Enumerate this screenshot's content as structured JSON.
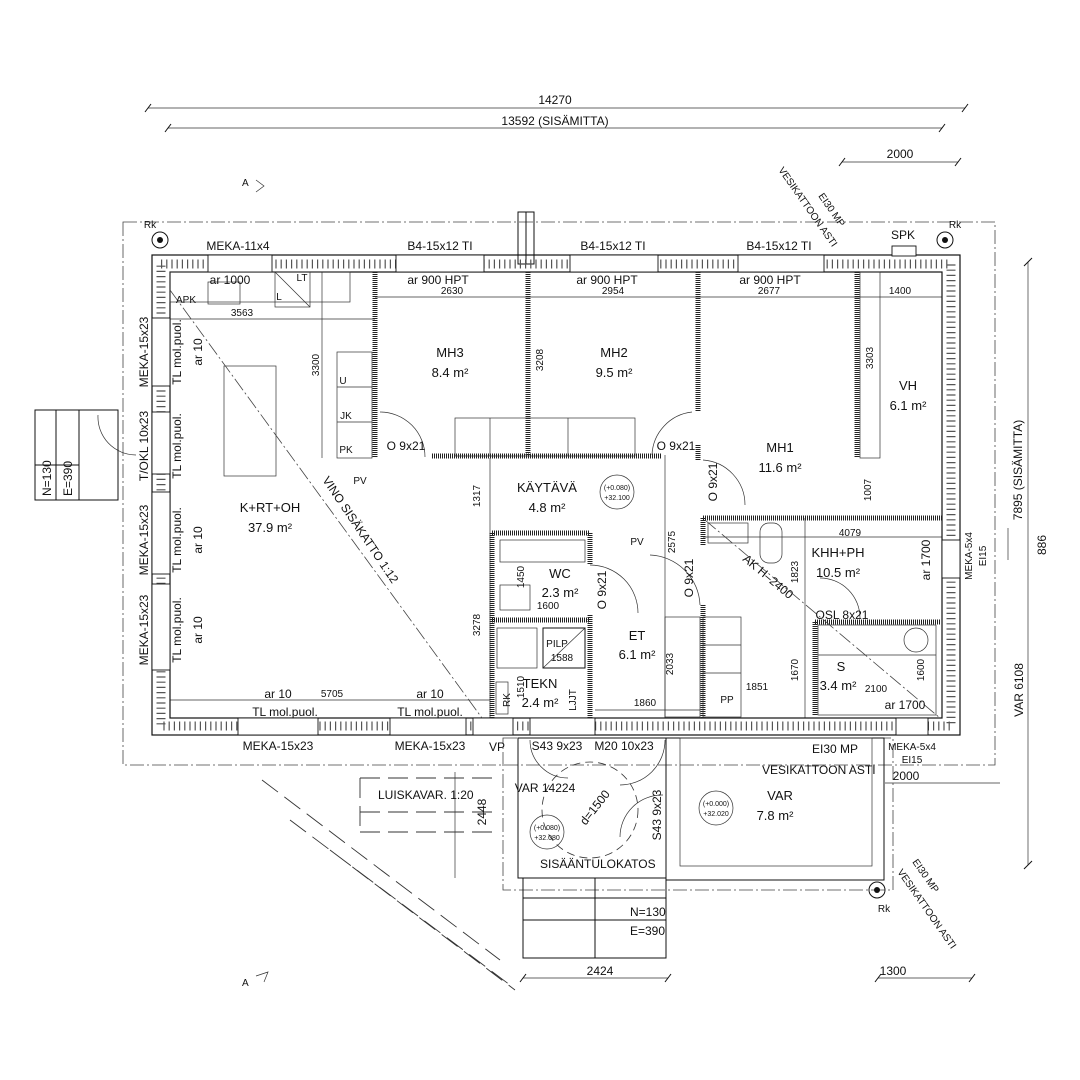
{
  "rooms": [
    {
      "name": "MH3",
      "area": "8.4 m²"
    },
    {
      "name": "MH2",
      "area": "9.5 m²"
    },
    {
      "name": "MH1",
      "area": "11.6 m²"
    },
    {
      "name": "VH",
      "area": "6.1 m²"
    },
    {
      "name": "K+RT+OH",
      "area": "37.9 m²"
    },
    {
      "name": "KÄYTÄVÄ",
      "area": "4.8 m²"
    },
    {
      "name": "WC",
      "area": "2.3 m²"
    },
    {
      "name": "ET",
      "area": "6.1 m²"
    },
    {
      "name": "KHH+PH",
      "area": "10.5 m²"
    },
    {
      "name": "S",
      "area": "3.4 m²"
    },
    {
      "name": "TEKN",
      "area": "2.4 m²"
    },
    {
      "name": "VAR",
      "area": "7.8 m²"
    }
  ],
  "dimensions": {
    "overall_width": "14270",
    "inner_width": "13592 (SISÄMITTA)",
    "top_right": "2000",
    "bottom_right_2000": "2000",
    "bottom_2424": "2424",
    "bottom_1300": "1300",
    "inner_depth": "7895 (SISÄMITTA)",
    "d886": "886",
    "var_6108": "VAR 6108",
    "d2448": "2448",
    "var_14224": "VAR 14224",
    "turn_circle": "d=1500",
    "interior": [
      "3563",
      "2630",
      "2954",
      "2677",
      "1400",
      "3300",
      "3208",
      "3303",
      "1317",
      "2575",
      "1007",
      "4079",
      "1823",
      "1450",
      "1600",
      "3278",
      "1588",
      "1510",
      "1860",
      "2033",
      "1851",
      "1670",
      "2100",
      "1600",
      "5705"
    ]
  },
  "openings": {
    "meka_11x4": "MEKA-11x4",
    "b4": "B4-15x12 TI",
    "ar1000": "ar 1000",
    "ar900": "ar 900  HPT",
    "door_o9x21": "O 9x21",
    "osl": "OSL 8x21",
    "ar1700": "ar 1700",
    "meka_5x4": "MEKA-5x4",
    "ei15": "EI15",
    "meka_15x23": "MEKA-15x23",
    "tokl": "T/OKL 10x23",
    "tl": "TL mol.puol.",
    "ar10": "ar 10",
    "s43": "S43 9x23",
    "m20": "M20 10x23",
    "vp": "VP"
  },
  "fixtures": {
    "lt": "LT",
    "l": "L",
    "apk": "APK",
    "u": "U",
    "jk": "JK",
    "pk": "PK",
    "pv": "PV",
    "pilp": "PILP",
    "rk_small": "RK",
    "ljjt": "LJJT",
    "pp": "PP",
    "spk": "SPK",
    "rk": "Rk"
  },
  "notes": {
    "ei30": "EI30 MP",
    "vesikattoon": "VESIKATTOON ASTI",
    "vino": "VINO SISÄKATTO 1:12",
    "ak": "AK H–2400",
    "luiska": "LUISKAVAR. 1:20",
    "katos": "SISÄÄNTULOKATOS",
    "n130": "N=130",
    "e390": "E=390",
    "section": "A"
  },
  "levels": [
    {
      "rel": "(+0.080)",
      "abs": "+32.100"
    },
    {
      "rel": "(+0.000)",
      "abs": "+32.020"
    },
    {
      "rel": "(+0.080)",
      "abs": "+32.080"
    }
  ]
}
